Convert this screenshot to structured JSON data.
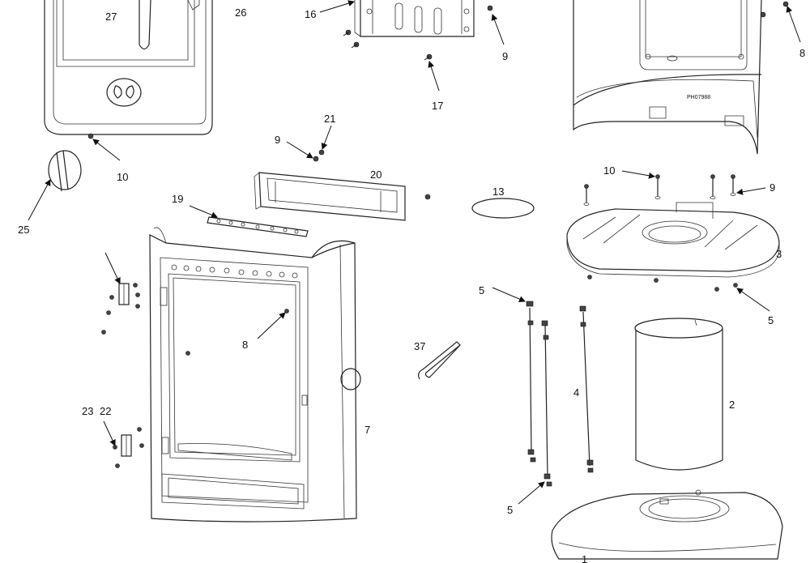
{
  "labels": {
    "l27": "27",
    "l26": "26",
    "l16": "16",
    "l9a": "9",
    "l17": "17",
    "l8a": "8",
    "l10a": "10",
    "l25": "25",
    "l21": "21",
    "l9b": "9",
    "l20": "20",
    "l19": "19",
    "l13": "13",
    "l10b": "10",
    "l9c": "9",
    "l3": "3",
    "l5a": "5",
    "l5b": "5",
    "l8b": "8",
    "l37": "37",
    "l4": "4",
    "l2": "2",
    "l7": "7",
    "l23": "23",
    "l22": "22",
    "l5c": "5",
    "l1": "1"
  },
  "stamp_text": "PH07988"
}
